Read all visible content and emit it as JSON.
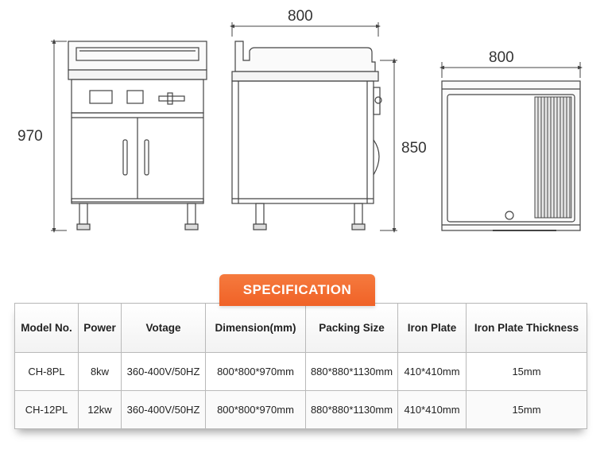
{
  "dimensions": {
    "front_height": "970",
    "side_width": "800",
    "side_height": "850",
    "top_width": "800"
  },
  "spec": {
    "title": "SPECIFICATION",
    "columns": [
      "Model No.",
      "Power",
      "Votage",
      "Dimension(mm)",
      "Packing Size",
      "Iron Plate",
      "Iron Plate Thickness"
    ],
    "rows": [
      [
        "CH-8PL",
        "8kw",
        "360-400V/50HZ",
        "800*800*970mm",
        "880*880*1130mm",
        "410*410mm",
        "15mm"
      ],
      [
        "CH-12PL",
        "12kw",
        "360-400V/50HZ",
        "800*800*970mm",
        "880*880*1130mm",
        "410*410mm",
        "15mm"
      ]
    ]
  },
  "colors": {
    "header_orange": "#f06227",
    "line_gray": "#444444",
    "border_gray": "#b9b9b9"
  }
}
